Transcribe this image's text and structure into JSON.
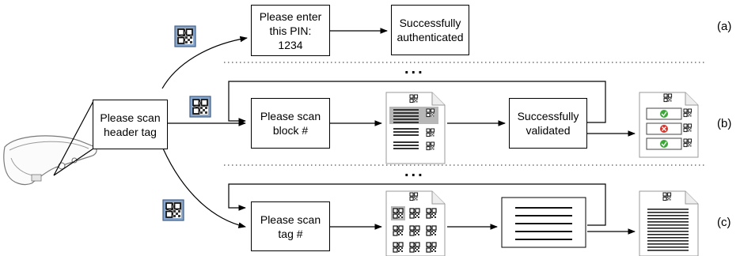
{
  "boxes": {
    "header": "Please scan\nheader tag",
    "pin": "Please enter\nthis PIN:\n1234",
    "authenticated": "Successfully\nauthenticated",
    "block": "Please scan\nblock #",
    "validated": "Successfully\nvalidated",
    "tag": "Please scan\ntag #"
  },
  "labels": {
    "a": "(a)",
    "b": "(b)",
    "c": "(c)"
  },
  "ellipsis": "...",
  "colors": {
    "qr_tile_bg": "#8aa6c8",
    "qr_tile_border": "#3f5f8a",
    "check_green": "#3aa935",
    "cross_red": "#d6342b",
    "separator": "#555555"
  },
  "icons": [
    "smart-glasses-icon",
    "qr-tag-icon",
    "document-icon",
    "checklist-document-icon"
  ]
}
